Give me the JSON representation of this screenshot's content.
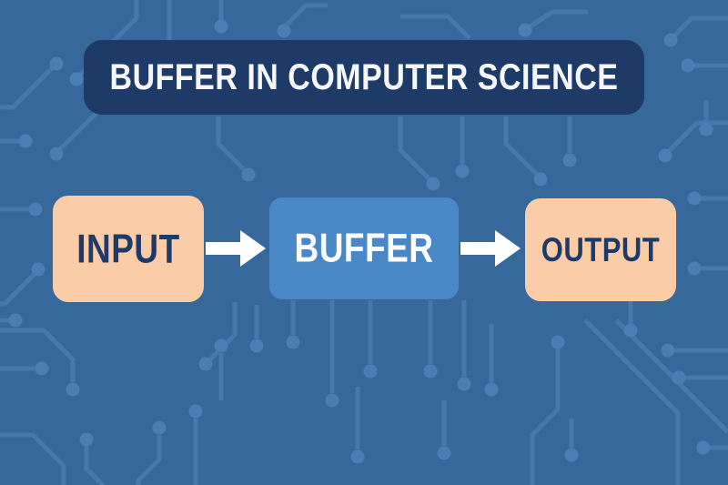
{
  "header": {
    "title": "BUFFER IN COMPUTER SCIENCE"
  },
  "flow": {
    "nodes": [
      {
        "id": "input",
        "label": "INPUT"
      },
      {
        "id": "buffer",
        "label": "BUFFER"
      },
      {
        "id": "output",
        "label": "OUTPUT"
      }
    ],
    "connections": [
      {
        "from": "input",
        "to": "buffer"
      },
      {
        "from": "buffer",
        "to": "output"
      }
    ]
  },
  "icons": {
    "connection_arrow": "arrow-right-icon"
  },
  "colors": {
    "background": "#36689B",
    "circuit_trace": "#4579AC",
    "circuit_node": "#4B7EB2",
    "banner_bg": "#1E3A66",
    "banner_text": "#F5F7FA",
    "io_node_bg": "#FACDA8",
    "io_node_text": "#1E3A68",
    "buffer_node_bg": "#4A87C6",
    "buffer_node_text": "#FDFEFE",
    "arrow": "#FFFFFF"
  }
}
